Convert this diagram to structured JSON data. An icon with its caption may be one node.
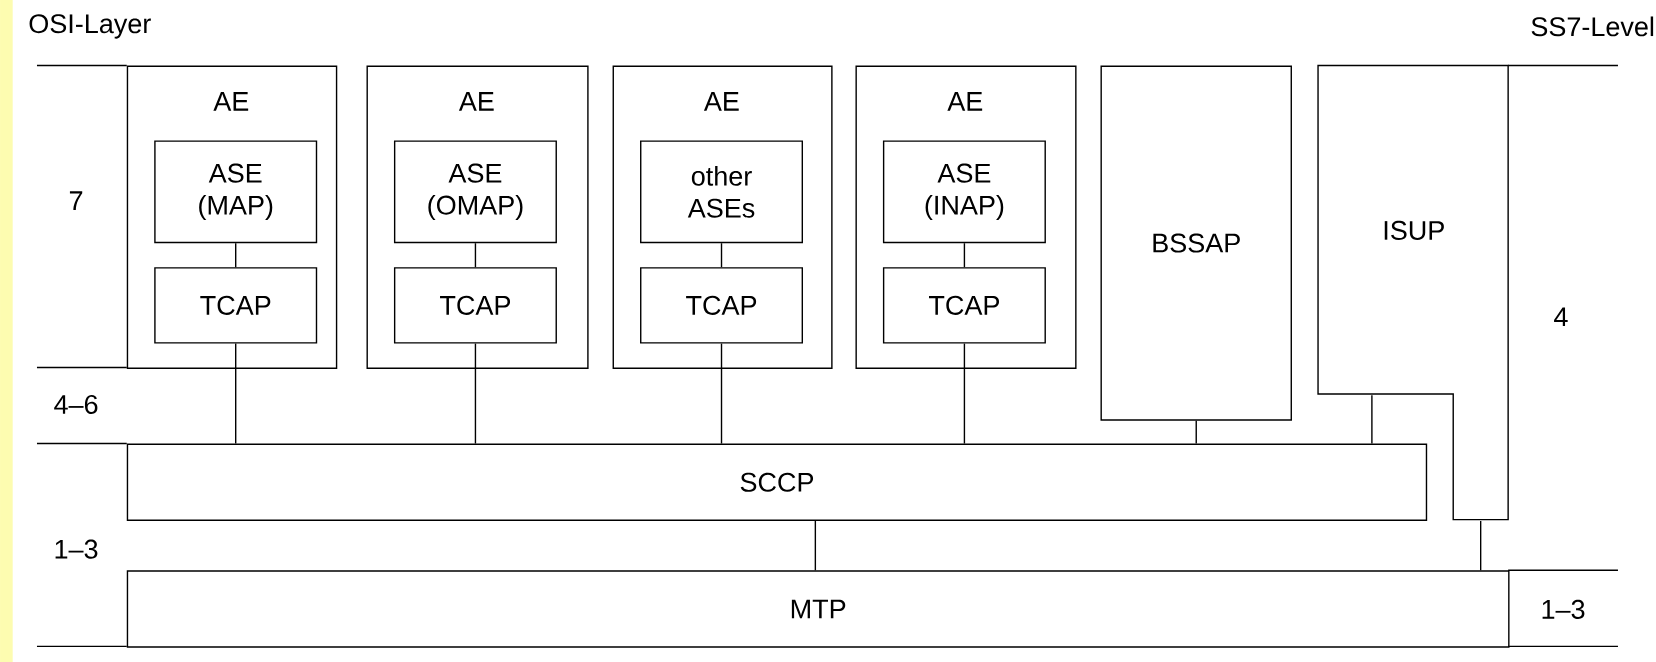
{
  "diagram": {
    "nodes": [
      {
        "text": [
          "AE"
        ]
      },
      {
        "text": [
          "ASE (MAP)"
        ],
        "in": 0
      },
      {
        "text": [
          "TCAP"
        ],
        "in": 0
      },
      {
        "text": [
          "AE"
        ]
      },
      {
        "text": [
          "ASE (OMAP)"
        ],
        "in": 3
      },
      {
        "text": [
          "TCAP"
        ],
        "in": 3
      },
      {
        "text": [
          "AE"
        ]
      },
      {
        "text": [
          "other ASEs"
        ],
        "in": 6
      },
      {
        "text": [
          "TCAP"
        ],
        "in": 6
      },
      {
        "text": [
          "AE"
        ]
      },
      {
        "text": [
          "ASE (INAP)"
        ],
        "in": 9
      },
      {
        "text": [
          "TCAP"
        ],
        "in": 9
      },
      {
        "text": [
          "BSSAP"
        ]
      },
      {
        "text": [
          "ISUP"
        ]
      },
      {
        "text": [
          "SCCP"
        ]
      },
      {
        "text": [
          "MTP"
        ]
      }
    ],
    "edges": [
      {
        "from": 1,
        "to": 2,
        "arrow": "none"
      },
      {
        "from": 2,
        "to": 14,
        "arrow": "none"
      },
      {
        "from": 4,
        "to": 5,
        "arrow": "none"
      },
      {
        "from": 5,
        "to": 14,
        "arrow": "none"
      },
      {
        "from": 7,
        "to": 8,
        "arrow": "none"
      },
      {
        "from": 8,
        "to": 14,
        "arrow": "none"
      },
      {
        "from": 10,
        "to": 11,
        "arrow": "none"
      },
      {
        "from": 11,
        "to": 14,
        "arrow": "none"
      },
      {
        "from": 12,
        "to": 14,
        "arrow": "none"
      },
      {
        "from": 13,
        "to": 14,
        "arrow": "none"
      },
      {
        "from": 14,
        "to": 15,
        "arrow": "none"
      },
      {
        "from": 13,
        "to": 15,
        "arrow": "none"
      }
    ],
    "labels": [
      "OSI-Layer",
      "SS7-Level",
      "7",
      "4",
      "4–6",
      "1–3",
      "1–3"
    ]
  }
}
